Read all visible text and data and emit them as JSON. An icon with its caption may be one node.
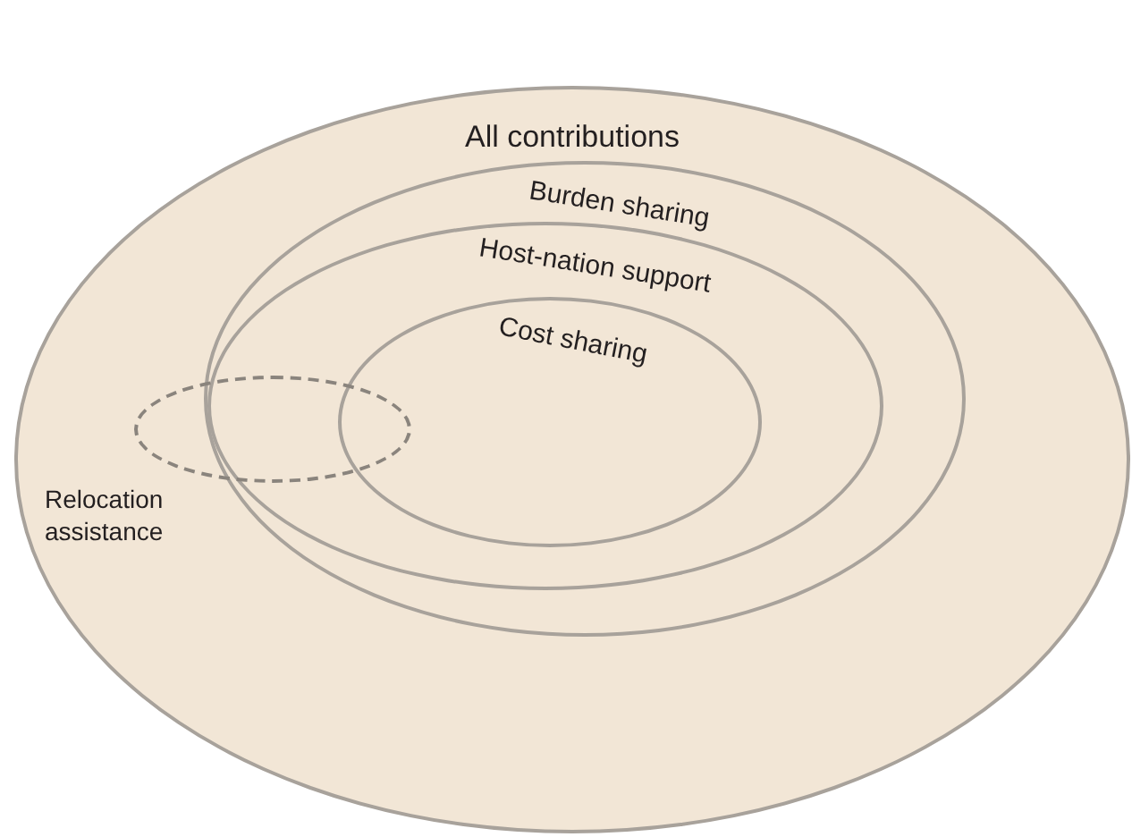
{
  "diagram": {
    "nodes": [
      {
        "text": [
          "All contributions"
        ]
      },
      {
        "text": [
          "Burden sharing"
        ],
        "in": 0
      },
      {
        "text": [
          "Host-nation support"
        ],
        "in": 1
      },
      {
        "text": [
          "Cost sharing"
        ],
        "in": 2
      },
      {
        "text": [
          "Relocation assistance"
        ],
        "in": 0
      }
    ],
    "edges": []
  }
}
